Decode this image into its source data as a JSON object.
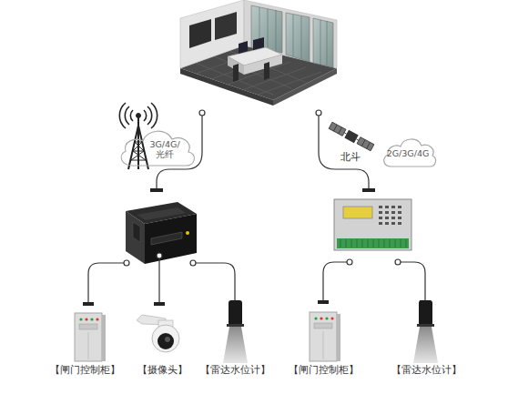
{
  "diagram": {
    "nodes": [
      {
        "text": [
          "3G/4G/光纤"
        ]
      },
      {
        "text": [
          "2G/3G/4G"
        ]
      },
      {
        "text": [
          "【闸门控制柜】"
        ]
      },
      {
        "text": [
          "【摄像头】"
        ]
      },
      {
        "text": [
          "【雷达水位计】"
        ]
      },
      {
        "text": [
          "【闸门控制柜】"
        ]
      },
      {
        "text": [
          "【雷达水位计】"
        ]
      }
    ],
    "labels": [
      "北斗"
    ]
  }
}
